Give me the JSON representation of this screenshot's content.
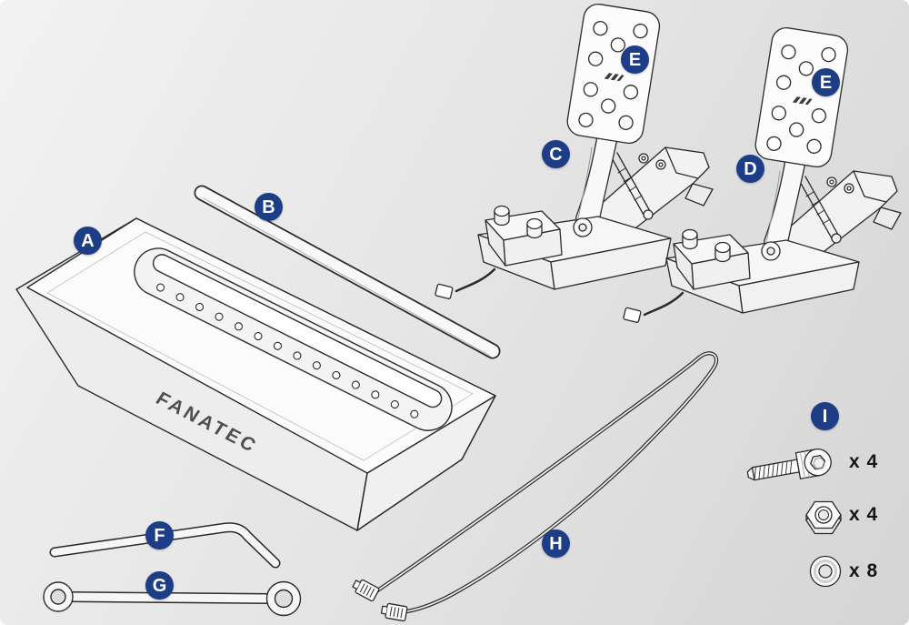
{
  "illustration": {
    "brand_text": "FANATEC"
  },
  "colors": {
    "label_bg": "#1e3d87",
    "label_text": "#ffffff",
    "line": "#2a2a2a",
    "bg_from": "#f2f2f2",
    "bg_to": "#d5d5d5"
  },
  "labels": [
    {
      "letter": "A",
      "part": "base-plate"
    },
    {
      "letter": "B",
      "part": "heel-rest-bar"
    },
    {
      "letter": "C",
      "part": "left-pedal-assembly"
    },
    {
      "letter": "E",
      "part": "left-pedal-faceplate"
    },
    {
      "letter": "D",
      "part": "right-pedal-assembly"
    },
    {
      "letter": "E",
      "part": "right-pedal-faceplate"
    },
    {
      "letter": "F",
      "part": "allen-key"
    },
    {
      "letter": "G",
      "part": "wrench"
    },
    {
      "letter": "H",
      "part": "connection-cable"
    },
    {
      "letter": "I",
      "part": "mounting-hardware"
    }
  ],
  "hardware": [
    {
      "item": "screw",
      "qty_label": "x 4"
    },
    {
      "item": "nut",
      "qty_label": "x 4"
    },
    {
      "item": "washer",
      "qty_label": "x 8"
    }
  ]
}
